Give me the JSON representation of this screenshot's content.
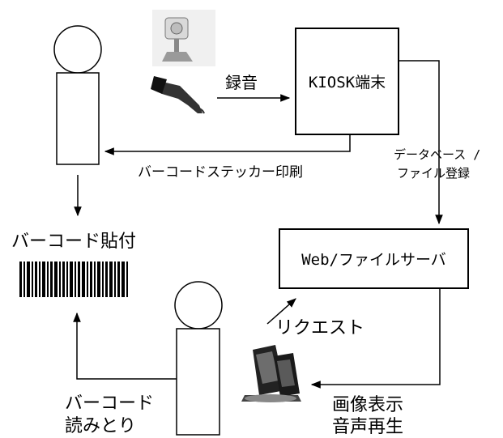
{
  "nodes": {
    "kiosk": "KIOSK端末",
    "server": "Web/ファイルサーバ"
  },
  "edges": {
    "record": "録音",
    "print_sticker": "バーコードステッカー印刷",
    "db_register_line1": "データベース /",
    "db_register_line2": "ファイル登録",
    "request": "リクエスト",
    "display_line1": "画像表示",
    "display_line2": "音声再生"
  },
  "labels": {
    "attach_barcode": "バーコード貼付",
    "read_barcode_line1": "バーコード",
    "read_barcode_line2": "読みとり"
  },
  "icons": [
    "webcam-icon",
    "microphone-icon",
    "barcode-icon",
    "handheld-player-icon"
  ]
}
